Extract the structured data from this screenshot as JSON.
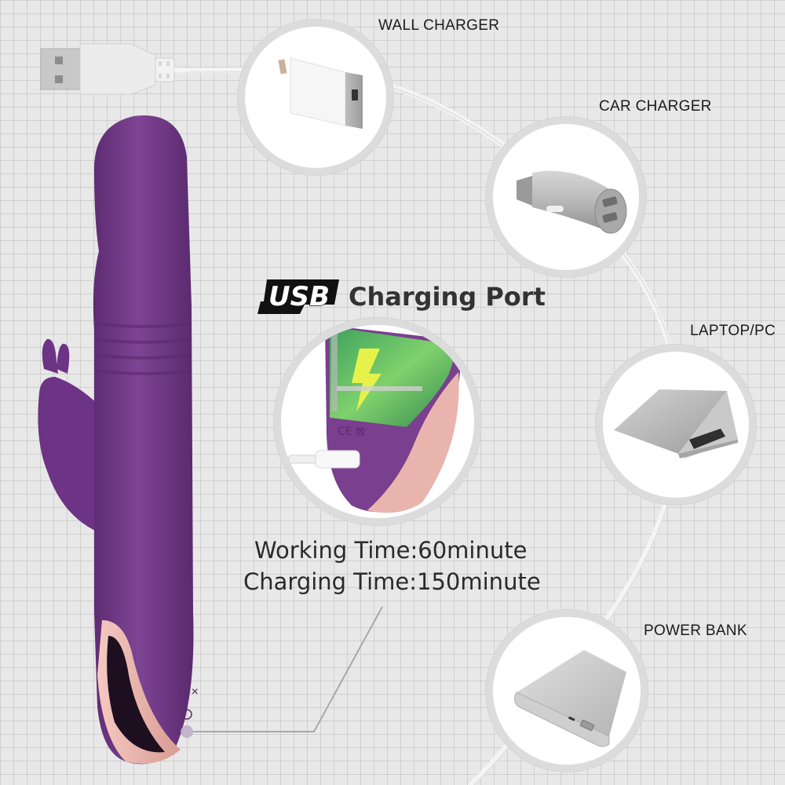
{
  "heading": {
    "usb_badge": "USB",
    "title": "Charging Port"
  },
  "specs": {
    "working_time": "Working Time:60minute",
    "charging_time": "Charging Time:150minute"
  },
  "chargers": [
    {
      "label": "WALL CHARGER",
      "icon": "wall-charger-icon"
    },
    {
      "label": "CAR CHARGER",
      "icon": "car-charger-icon"
    },
    {
      "label": "LAPTOP/PC",
      "icon": "laptop-icon"
    },
    {
      "label": "POWER BANK",
      "icon": "power-bank-icon"
    }
  ],
  "colors": {
    "background": "#e8e8e8",
    "grid": "#b4b4b4",
    "product_purple": "#7a3f8f",
    "product_purple_dark": "#5e2c72",
    "rose_gold": "#e8b4ad",
    "circle_ring": "#dcdcdc",
    "text": "#2a2a2a"
  }
}
